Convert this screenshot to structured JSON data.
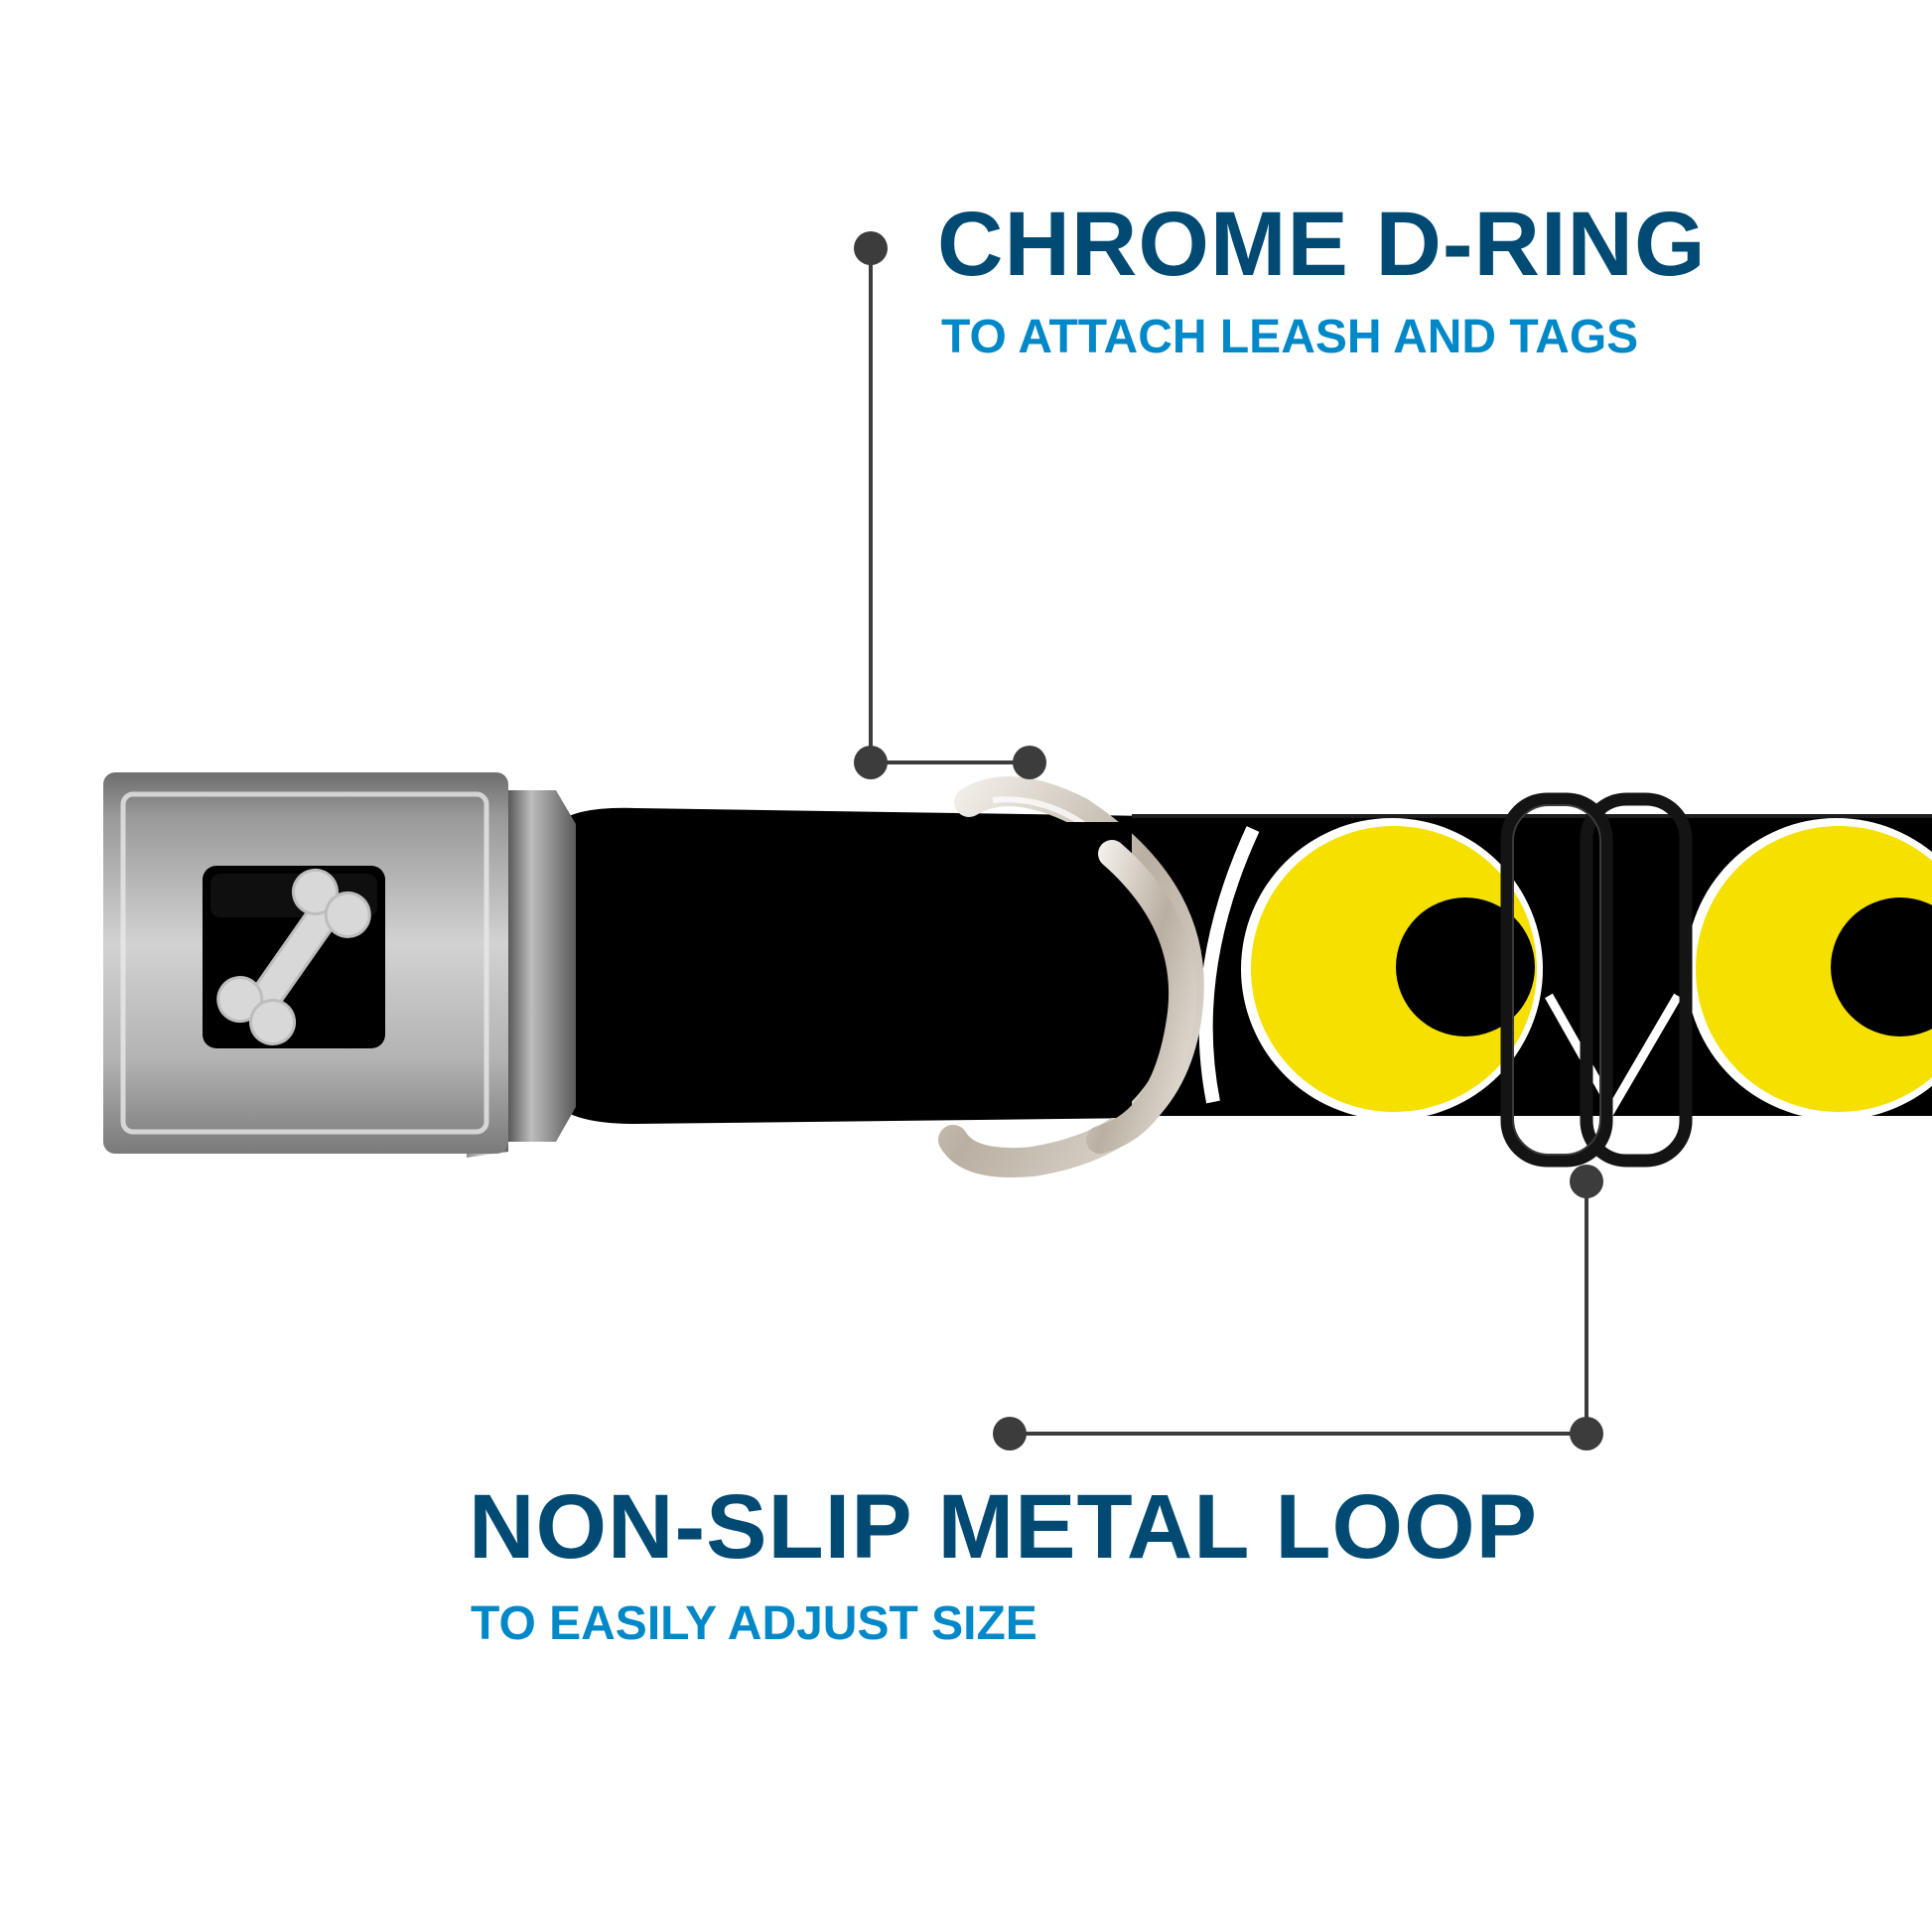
{
  "callouts": {
    "d_ring": {
      "title": "CHROME D-RING",
      "subtitle": "TO ATTACH LEASH AND TAGS"
    },
    "metal_loop": {
      "title": "NON-SLIP METAL LOOP",
      "subtitle": "TO EASILY ADJUST SIZE"
    }
  },
  "colors": {
    "title": "#004a73",
    "subtitle": "#0088c8",
    "leader_line": "#3c3c3c",
    "strap": "#000000",
    "eye_yellow": "#f5e000",
    "eye_outline": "#ffffff",
    "buckle_chrome": "#a8a8a8",
    "d_ring_metal": "#cfc7bb"
  },
  "icons": {
    "buckle_emblem": "dog-bone-icon"
  }
}
